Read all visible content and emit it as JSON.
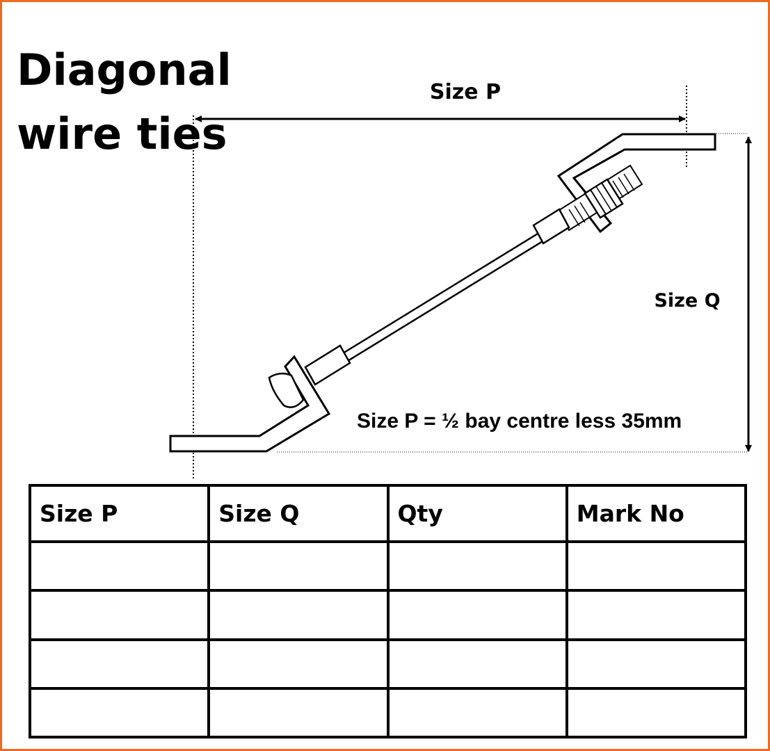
{
  "title": "Diagonal wire ties",
  "diagram": {
    "labels": {
      "size_p": "Size P",
      "size_q": "Size Q",
      "formula": "Size P = ½ bay centre less 35mm"
    }
  },
  "schedule": {
    "columns": [
      "Size P",
      "Size Q",
      "Qty",
      "Mark No"
    ],
    "rows": [
      [
        "",
        "",
        "",
        ""
      ],
      [
        "",
        "",
        "",
        ""
      ],
      [
        "",
        "",
        "",
        ""
      ],
      [
        "",
        "",
        "",
        ""
      ]
    ]
  },
  "colors": {
    "frame": "#ee6a1e",
    "ink": "#000000"
  }
}
